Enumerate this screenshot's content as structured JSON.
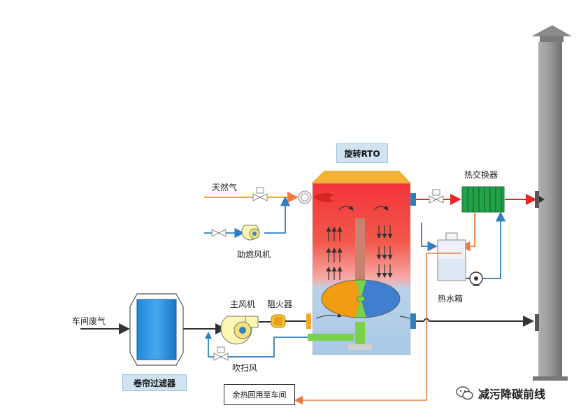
{
  "labels": {
    "natural_gas": "天然气",
    "combustion_fan": "助燃风机",
    "rto_title": "旋转RTO",
    "heat_exchanger": "热交换器",
    "hot_water_tank": "热水箱",
    "main_fan": "主风机",
    "flame_arrester": "阻火器",
    "workshop_exhaust": "车间废气",
    "roll_filter": "卷帘过滤器",
    "purge_air": "吹扫风",
    "waste_heat_return": "余热回用至车间"
  },
  "brand": {
    "icon": "wechat-icon",
    "name": "减污降碳前线"
  },
  "colors": {
    "hot_red": "#e8262a",
    "gas_orange": "#f5a623",
    "air_blue": "#2f7fc1",
    "pipe_dark": "#333333",
    "exchanger_green": "#22a34a",
    "stack_gray": "#8a8a8a",
    "wheel_orange": "#f39c12",
    "wheel_blue": "#3f7fcf",
    "wheel_green": "#7bd14a"
  }
}
